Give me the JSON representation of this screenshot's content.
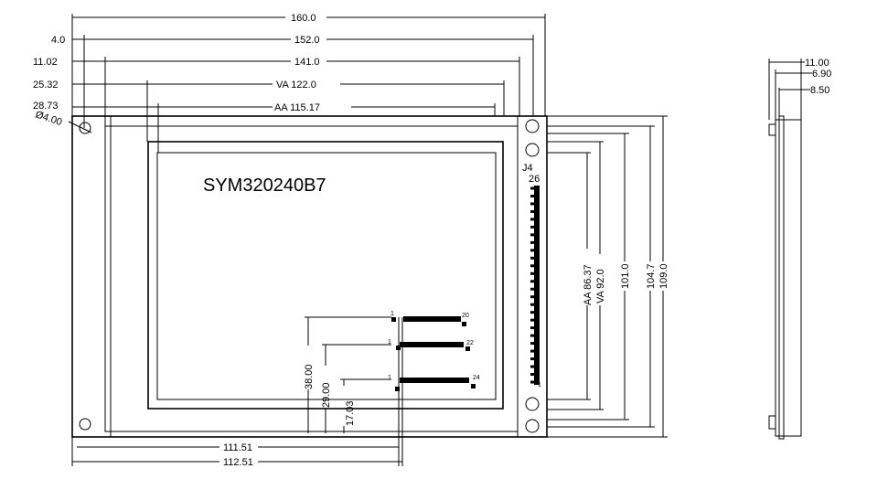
{
  "model": "SYM320240B7",
  "connector_label": "J4",
  "pin_top": "26",
  "pin_bottom": "1",
  "connectors": [
    {
      "first_pin": "1",
      "last_pin": "20"
    },
    {
      "first_pin": "1",
      "last_pin": "22"
    },
    {
      "first_pin": "1",
      "last_pin": "24"
    }
  ],
  "top_dims": {
    "d160": "160.0",
    "d4": "4.0",
    "d152": "152.0",
    "d11_02": "11.02",
    "d141": "141.0",
    "d25_32": "25.32",
    "va122": "VA 122.0",
    "d28_73": "28.73",
    "aa115": "AA 115.17",
    "hole": "Ø4.00"
  },
  "right_dims": {
    "aa86": "AA 86.37",
    "va92": "VA 92.0",
    "d101": "101.0",
    "d104": "104.7",
    "d109": "109.0"
  },
  "bottom_dims": {
    "d111": "111.51",
    "d112": "112.51"
  },
  "conn_dims": {
    "d38": "38.00",
    "d29": "29.00",
    "d17": "17.03"
  },
  "side_dims": {
    "d11": "11.00",
    "d6_9": "6.90",
    "d8_5": "8.50"
  }
}
